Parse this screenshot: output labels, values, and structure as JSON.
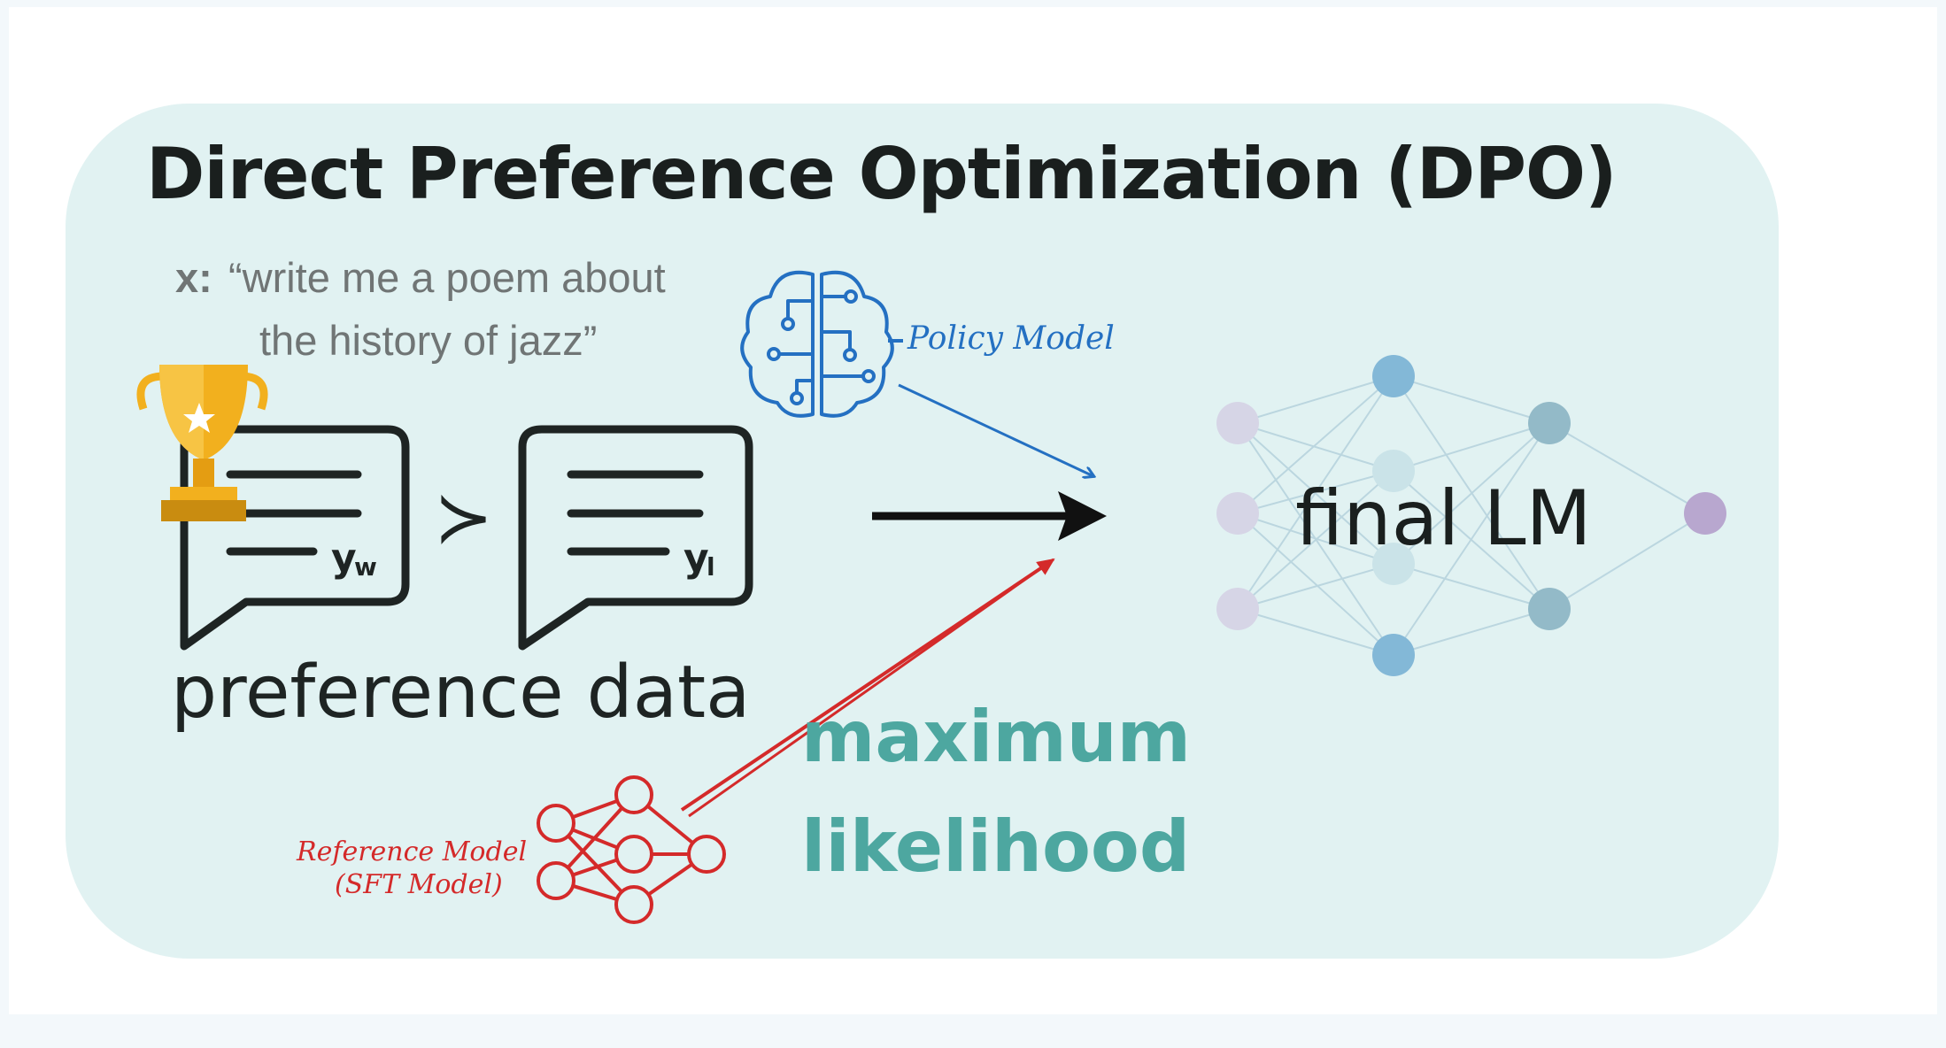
{
  "title": "Direct Preference Optimization (DPO)",
  "prompt": {
    "label": "x:",
    "line1": "“write me a poem about",
    "line2": "the history of jazz”"
  },
  "preference": {
    "winner_sub": "y",
    "winner_subscript": "w",
    "loser_sub": "y",
    "loser_subscript": "l",
    "relation": "≻",
    "label": "preference data"
  },
  "policy_model": {
    "label": "Policy Model",
    "icon": "brain-circuit-icon",
    "color": "#2470c2"
  },
  "reference_model": {
    "line1": "Reference Model",
    "line2": "(SFT Model)",
    "icon": "neural-network-icon",
    "color": "#d42a2a"
  },
  "final_model": {
    "label": "final LM",
    "icon": "neural-network-icon"
  },
  "objective": {
    "line1": "maximum",
    "line2": "likelihood",
    "color": "#4da7a0"
  },
  "colors": {
    "panel": "#e1f2f2",
    "trophy": "#f2b01e"
  }
}
